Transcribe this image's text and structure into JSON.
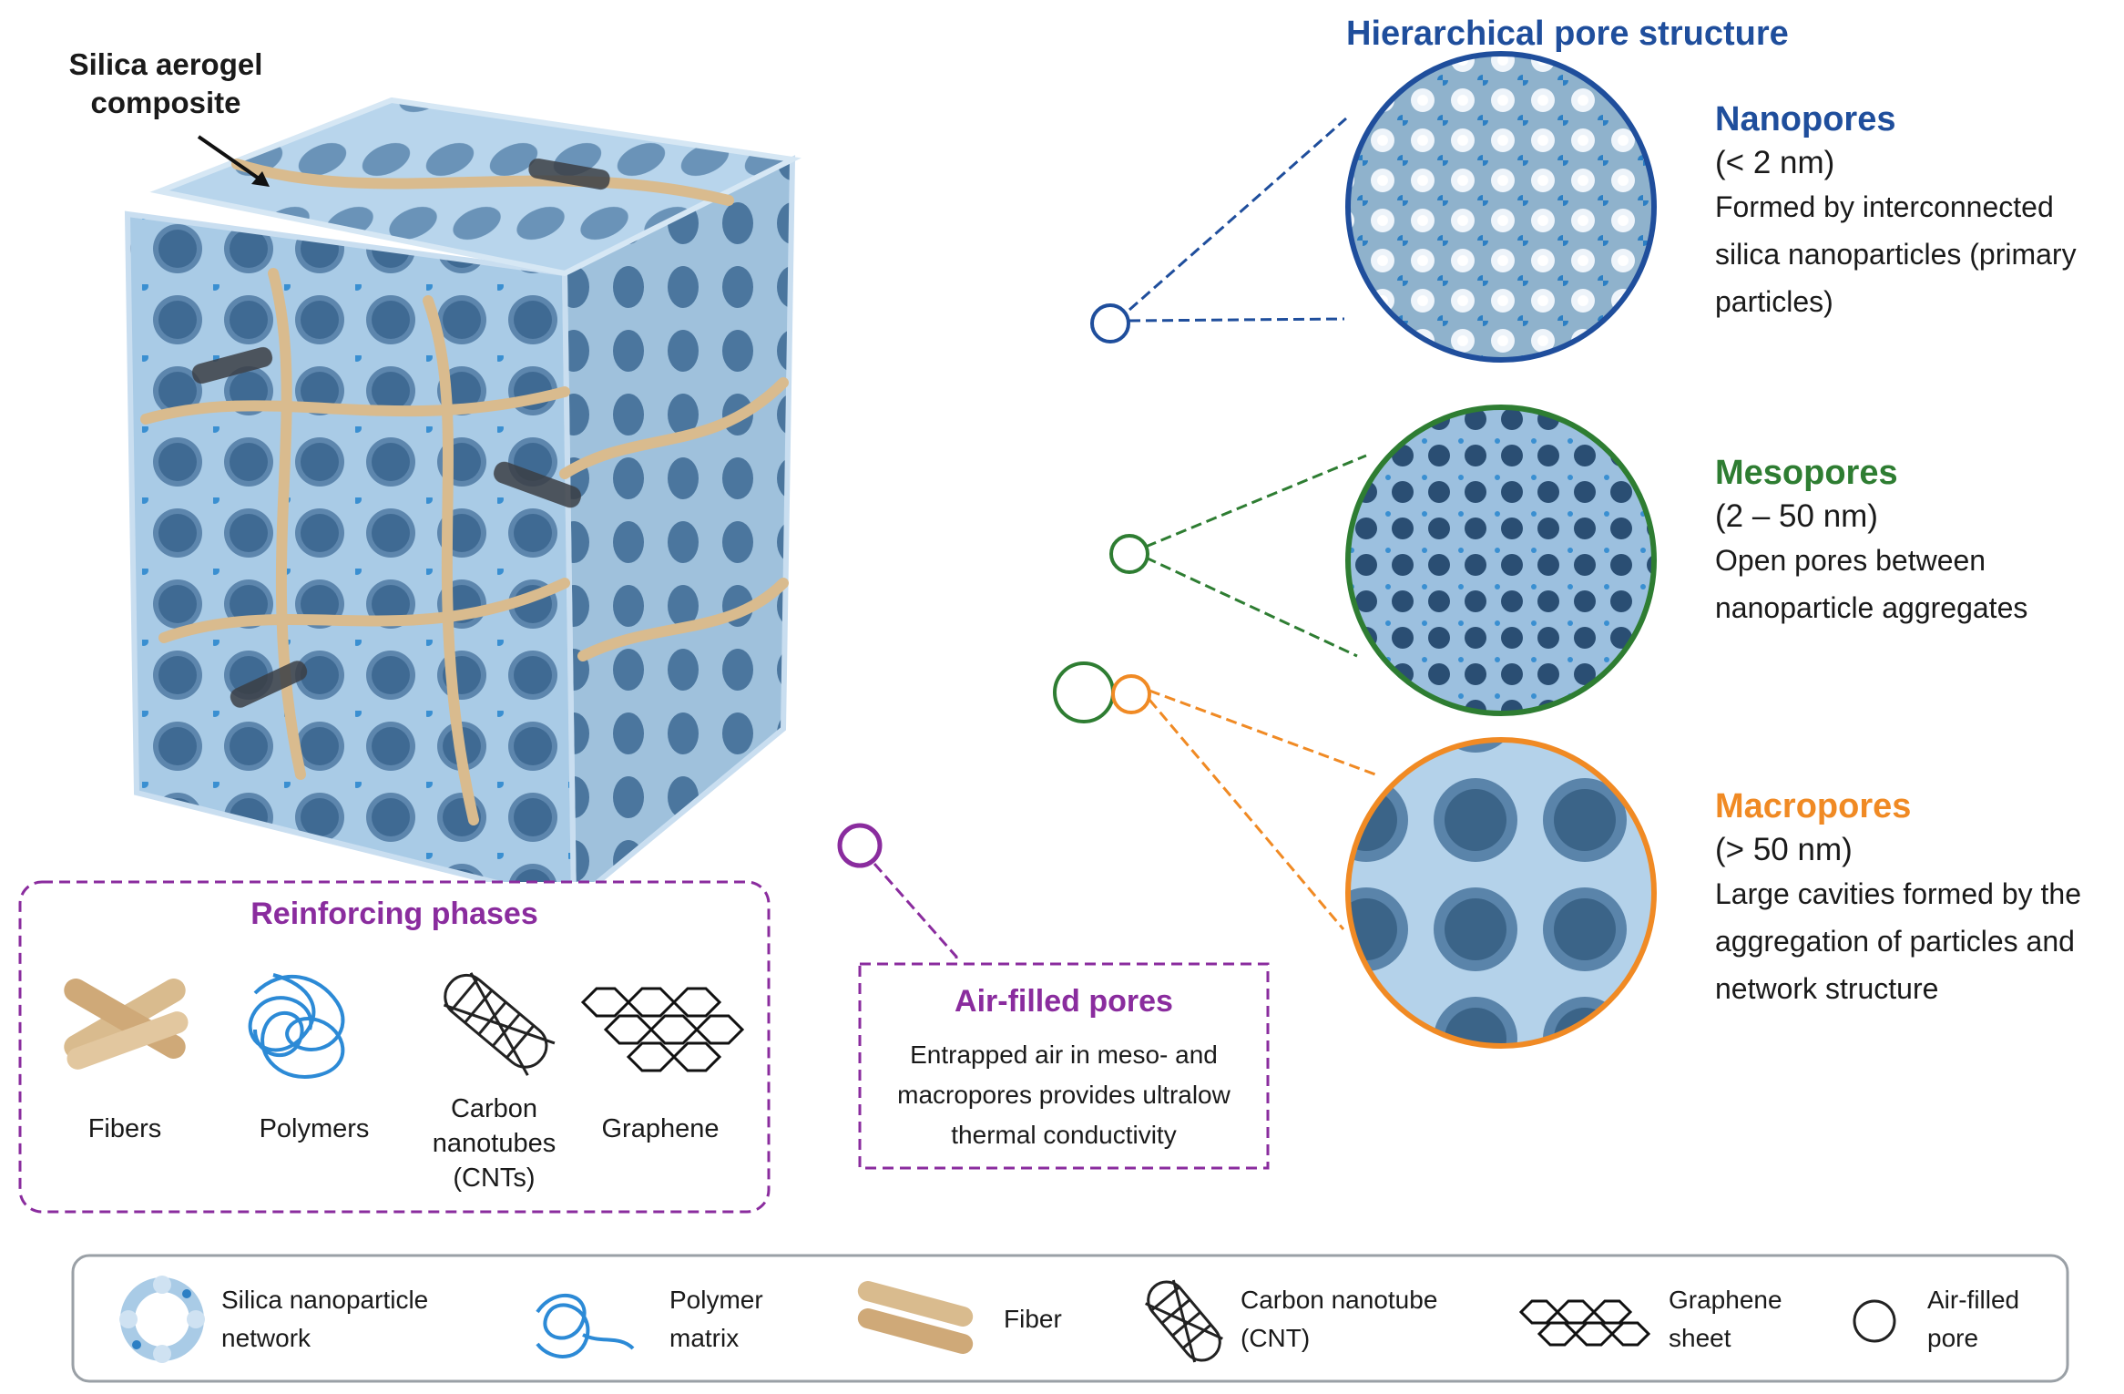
{
  "cube_label": "Silica aerogel composite",
  "hierarchical_title": "Hierarchical pore structure",
  "pores": [
    {
      "name": "Nanopores",
      "size": "(< 2 nm)",
      "description": "Formed by interconnected silica nanoparticles (primary particles)",
      "color": "#1f4e9c"
    },
    {
      "name": "Mesopores",
      "size": "(2 – 50 nm)",
      "description": "Open pores between nanoparticle aggregates",
      "color": "#2e7d32"
    },
    {
      "name": "Macropores",
      "size": "(> 50 nm)",
      "description": "Large cavities formed by the aggregation of particles and network structure",
      "color": "#f08a24"
    }
  ],
  "reinforcing": {
    "title": "Reinforcing phases",
    "items": [
      {
        "label": "Fibers",
        "icon": "fibers-icon"
      },
      {
        "label": "Polymers",
        "icon": "polymers-icon"
      },
      {
        "label": "Carbon nanotubes (CNTs)",
        "icon": "cnt-icon"
      },
      {
        "label": "Graphene",
        "icon": "graphene-icon"
      }
    ]
  },
  "air": {
    "title": "Air-filled pores",
    "description": "Entrapped air in meso- and macropores provides ultralow thermal conductivity"
  },
  "legend": [
    {
      "label": "Silica nanoparticle network",
      "icon": "silica-network-icon"
    },
    {
      "label": "Polymer matrix",
      "icon": "polymer-matrix-icon"
    },
    {
      "label": "Fiber",
      "icon": "fiber-icon"
    },
    {
      "label": "Carbon nanotube (CNT)",
      "icon": "carbon-nanotube-icon"
    },
    {
      "label": "Graphene sheet",
      "icon": "graphene-sheet-icon"
    },
    {
      "label": "Air-filled pore",
      "icon": "air-pore-icon"
    }
  ],
  "colors": {
    "silica": "#a9cbe6",
    "fiber": "#d9bb8e",
    "purple": "#8a2c9e",
    "nano": "#1f4e9c",
    "meso": "#2e7d32",
    "macro": "#f08a24"
  }
}
